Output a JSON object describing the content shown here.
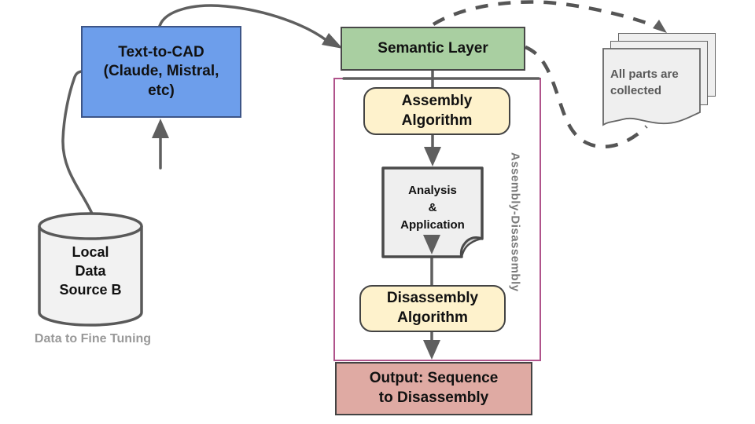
{
  "diagram": {
    "title": "Text-to-CAD assembly-disassembly pipeline",
    "nodes": {
      "text_to_cad": {
        "label": "Text-to-CAD\n(Claude, Mistral,\netc)",
        "fill": "#6d9eeb"
      },
      "semantic_layer": {
        "label": "Semantic Layer",
        "fill": "#a9cfa1"
      },
      "assembly_algorithm": {
        "label": "Assembly\nAlgorithm",
        "fill": "#fef2cc"
      },
      "analysis_application": {
        "label": "Analysis\n&\nApplication",
        "fill": "#efefef"
      },
      "disassembly_algorithm": {
        "label": "Disassembly\nAlgorithm",
        "fill": "#fef2cc"
      },
      "output": {
        "label": "Output: Sequence\nto Disassembly",
        "fill": "#dfaaa3"
      },
      "local_data_source": {
        "label": "Local\nData\nSource B",
        "fill": "#f2f2f2"
      },
      "collected_parts": {
        "label": "All parts are\ncollected",
        "fill": "#efefef"
      }
    },
    "group": {
      "label": "Assembly-Disassembly",
      "border_color": "#b0538b"
    },
    "captions": {
      "data_to_fine_tuning": "Data to Fine Tuning"
    },
    "colors": {
      "connector_gray": "#5f5f5f",
      "dashed_gray": "#555555",
      "caption_gray": "#999999",
      "doc_text_gray": "#595959",
      "group_label_gray": "#787878"
    }
  }
}
